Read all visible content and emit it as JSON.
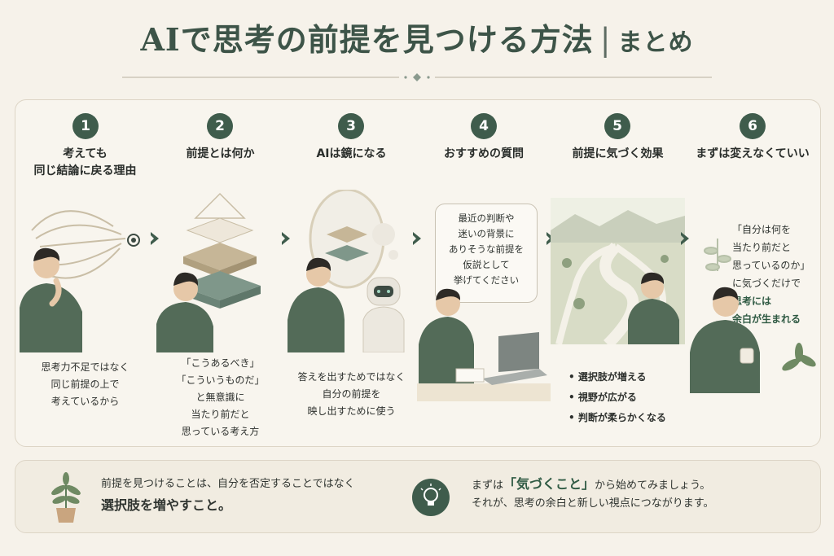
{
  "title": {
    "main": "AIで思考の前提を見つける方法",
    "sep": "|",
    "sub": "まとめ"
  },
  "steps": [
    {
      "num": "1",
      "heading": [
        "考えても",
        "同じ結論に戻る理由"
      ],
      "body": [
        "思考力不足ではなく",
        "同じ前提の上で",
        "考えているから"
      ]
    },
    {
      "num": "2",
      "heading": [
        "前提とは何か"
      ],
      "body": [
        "「こうあるべき」",
        "「こういうものだ」",
        "と無意識に",
        "当たり前だと",
        "思っている考え方"
      ]
    },
    {
      "num": "3",
      "heading": [
        "AIは鏡になる"
      ],
      "body": [
        "答えを出すためではなく",
        "自分の前提を",
        "映し出すために使う"
      ]
    },
    {
      "num": "4",
      "heading": [
        "おすすめの質問"
      ],
      "bubble": [
        "最近の判断や",
        "迷いの背景に",
        "ありそうな前提を",
        "仮説として",
        "挙げてください"
      ]
    },
    {
      "num": "5",
      "heading": [
        "前提に気づく効果"
      ],
      "bullets": [
        "選択肢が増える",
        "視野が広がる",
        "判断が柔らかくなる"
      ]
    },
    {
      "num": "6",
      "heading": [
        "まずは変えなくていい"
      ],
      "quote": [
        "「自分は何を",
        "当たり前だと",
        "思っているのか」",
        "に気づくだけで"
      ],
      "quote_green": [
        "思考には",
        "余白が生まれる"
      ]
    }
  ],
  "footer": {
    "left_line1": "前提を見つけることは、自分を否定することではなく",
    "left_line2": "選択肢を増やすこと。",
    "right_pre": "まずは",
    "right_hl": "「気づくこと」",
    "right_post": "から始めてみましょう。",
    "right_line2": "それが、思考の余白と新しい視点につながります。"
  },
  "colors": {
    "accent": "#3f5c4c",
    "background": "#f6f2ea",
    "text": "#2f3430"
  }
}
